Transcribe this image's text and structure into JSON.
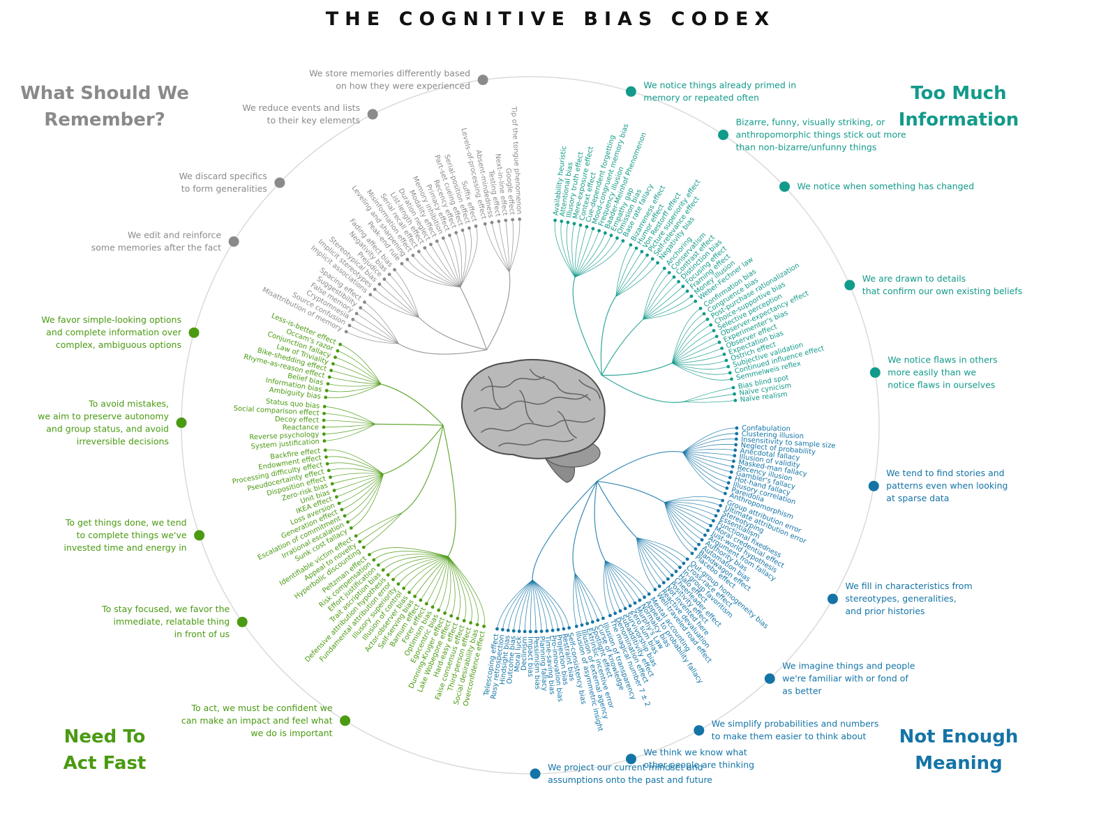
{
  "title": "THE COGNITIVE BIAS CODEX",
  "colors": {
    "remember": "#8a8a8a",
    "too_much": "#129a8a",
    "not_enough": "#1474a6",
    "act_fast": "#4a9a12",
    "ring": "#dadada"
  },
  "quadrants": {
    "remember": [
      "What Should We",
      "Remember?"
    ],
    "too_much": [
      "Too Much",
      "Information"
    ],
    "not_enough": [
      "Not Enough",
      "Meaning"
    ],
    "act_fast": [
      "Need To",
      "Act Fast"
    ]
  },
  "groups": [
    {
      "quadrant": "too_much",
      "label": [
        "We notice things already primed in",
        "memory or repeated often"
      ],
      "items": [
        "Availability heuristic",
        "Attentional bias",
        "Illusory truth effect",
        "Mere-exposure effect",
        "Context effect",
        "Cue-dependent forgetting",
        "Mood-congruent memory bias",
        "Frequency illusion",
        "Baader-Meinhof Phenomenon",
        "Empathy gap",
        "Omission bias",
        "Base rate fallacy"
      ]
    },
    {
      "quadrant": "too_much",
      "label": [
        "Bizarre, funny, visually striking, or",
        "anthropomorphic things stick out more",
        "than non-bizarre/unfunny things"
      ],
      "items": [
        "Bizarreness effect",
        "Humor effect",
        "Von Restorff effect",
        "Picture superiority effect",
        "Self-relevance effect",
        "Negativity bias"
      ]
    },
    {
      "quadrant": "too_much",
      "label": [
        "We notice when something has changed"
      ],
      "items": [
        "Anchoring",
        "Conservatism",
        "Contrast effect",
        "Distinction bias",
        "Focusing effect",
        "Framing effect",
        "Money illusion",
        "Weber-Fechner law"
      ]
    },
    {
      "quadrant": "too_much",
      "label": [
        "We are drawn to details",
        "that confirm our own existing beliefs"
      ],
      "items": [
        "Confirmation bias",
        "Congruence bias",
        "Post-purchase rationalization",
        "Choice-supportive bias",
        "Selective perception",
        "Observer-expectancy effect",
        "Experimenter's bias",
        "Observer effect",
        "Expectation bias",
        "Ostrich effect",
        "Subjective validation",
        "Continued influence effect",
        "Semmelweis reflex"
      ]
    },
    {
      "quadrant": "too_much",
      "label": [
        "We notice flaws in others",
        "more easily than we",
        "notice flaws in ourselves"
      ],
      "items": [
        "Bias blind spot",
        "Naïve cynicism",
        "Naïve realism"
      ]
    },
    {
      "quadrant": "not_enough",
      "label": [
        "We tend to find stories and",
        "patterns even when looking",
        "at sparse data"
      ],
      "items": [
        "Confabulation",
        "Clustering illusion",
        "Insensitivity to sample size",
        "Neglect of probability",
        "Anecdotal fallacy",
        "Illusion of validity",
        "Masked-man fallacy",
        "Recency illusion",
        "Gambler's fallacy",
        "Hot-hand fallacy",
        "Illusory correlation",
        "Pareidolia",
        "Anthropomorphism"
      ]
    },
    {
      "quadrant": "not_enough",
      "label": [
        "We fill in characteristics from",
        "stereotypes, generalities,",
        "and prior histories"
      ],
      "items": [
        "Group attribution error",
        "Ultimate attribution error",
        "Stereotyping",
        "Essentialism",
        "Functional fixedness",
        "Moral credential effect",
        "Just-world hypothesis",
        "Argument from fallacy",
        "Authority bias",
        "Automation bias",
        "Bandwagon effect",
        "Placebo effect"
      ]
    },
    {
      "quadrant": "not_enough",
      "label": [
        "We imagine things and people",
        "we're familiar with or fond of",
        "as better"
      ],
      "items": [
        "Out-group homogeneity bias",
        "Cross-race effect",
        "In-group favoritism",
        "Halo effect",
        "Cheerleader effect",
        "Positivity effect",
        "Not invented here",
        "Reactive devaluation",
        "Well-traveled road effect"
      ]
    },
    {
      "quadrant": "not_enough",
      "label": [
        "We simplify probabilities and numbers",
        "to make them easier to think about"
      ],
      "items": [
        "Mental accounting",
        "Appeal to probability fallacy",
        "Normalcy bias",
        "Murphy's Law",
        "Zero sum bias",
        "Survivorship bias",
        "Subadditivity effect",
        "Denomination effect",
        "The magical number 7 ± 2"
      ]
    },
    {
      "quadrant": "not_enough",
      "label": [
        "We think we know what",
        "other people are thinking"
      ],
      "items": [
        "Illusion of transparency",
        "Curse of knowledge",
        "Spotlight effect",
        "Extrinsic incentive error",
        "Illusion of external agency",
        "Illusion of asymmetric insight"
      ]
    },
    {
      "quadrant": "not_enough",
      "label": [
        "We project our current mindset and",
        "assumptions onto the past and future"
      ],
      "items": [
        "Self-consistency bias",
        "Restraint bias",
        "Projection bias",
        "Pro-innovation bias",
        "Time-saving bias",
        "Planning fallacy",
        "Pessimism bias",
        "Impact bias",
        "Declinism",
        "Moral luck",
        "Outcome bias",
        "Hindsight bias",
        "Rosy retrospection",
        "Telescoping effect"
      ]
    },
    {
      "quadrant": "act_fast",
      "label": [
        "To act, we must be confident we",
        "can make an impact and feel what",
        "we do is important"
      ],
      "items": [
        "Overconfidence effect",
        "Social desirability bias",
        "Third-person effect",
        "False consensus effect",
        "Hard-easy effect",
        "Lake Wobegone effect",
        "Dunning-Kruger effect",
        "Egocentric bias",
        "Optimism bias",
        "Forer effect",
        "Barnum effect",
        "Self-serving bias",
        "Actor-observer bias",
        "Illusion of control",
        "Illusory superiority",
        "Fundamental attribution error",
        "Defensive attribution hypothesis",
        "Trait ascription bias",
        "Effort justification",
        "Risk compensation",
        "Peltzman effect"
      ]
    },
    {
      "quadrant": "act_fast",
      "label": [
        "To stay focused, we favor the",
        "immediate, relatable thing",
        "in front of us"
      ],
      "items": [
        "Hyperbolic discounting",
        "Appeal to novelty",
        "Identifiable victim effect"
      ]
    },
    {
      "quadrant": "act_fast",
      "label": [
        "To get things done, we tend",
        "to complete things we've",
        "invested time and energy in"
      ],
      "items": [
        "Sunk cost fallacy",
        "Irrational escalation",
        "Escalation of commitment",
        "Generation effect",
        "Loss aversion",
        "IKEA effect",
        "Unit bias",
        "Zero-risk bias",
        "Disposition effect",
        "Pseudocertainty effect",
        "Processing difficulty effect",
        "Endowment effect",
        "Backfire effect"
      ]
    },
    {
      "quadrant": "act_fast",
      "label": [
        "To avoid mistakes,",
        "we aim to preserve autonomy",
        "and group status, and avoid",
        "irreversible decisions"
      ],
      "items": [
        "System justification",
        "Reverse psychology",
        "Reactance",
        "Decoy effect",
        "Social comparison effect",
        "Status quo bias"
      ]
    },
    {
      "quadrant": "act_fast",
      "label": [
        "We favor simple-looking options",
        "and complete information over",
        "complex, ambiguous options"
      ],
      "items": [
        "Ambiguity bias",
        "Information bias",
        "Belief bias",
        "Rhyme-as-reason effect",
        "Bike-shedding effect",
        "Law of Triviality",
        "Conjunction fallacy",
        "Occam's razor",
        "Less-is-better effect"
      ]
    },
    {
      "quadrant": "remember",
      "label": [
        "We edit and reinforce",
        "some memories after the fact"
      ],
      "items": [
        "Misattribution of memory",
        "Source confusion",
        "Cryptomnesia",
        "False memory",
        "Suggestibility",
        "Spacing effect"
      ]
    },
    {
      "quadrant": "remember",
      "label": [
        "We discard specifics",
        "to form generalities"
      ],
      "items": [
        "Implicit associations",
        "Implicit stereotypes",
        "Stereotypical bias",
        "Prejudice",
        "Negativity bias",
        "Fading affect bias"
      ]
    },
    {
      "quadrant": "remember",
      "label": [
        "We reduce events and lists",
        "to their key elements"
      ],
      "items": [
        "Peak-end rule",
        "Leveling and sharpening",
        "Misinformation effect",
        "Serial recall effect",
        "List-length effect",
        "Duration neglect",
        "Modality effect",
        "Memory inhibition",
        "Primacy effect",
        "Recency effect",
        "Part-set cueing effect",
        "Serial-position effect",
        "Suffix effect"
      ]
    },
    {
      "quadrant": "remember",
      "label": [
        "We store memories differently based",
        "on how they were experienced"
      ],
      "items": [
        "Levels-of-processing effect",
        "Absent-mindedness",
        "Testing effect",
        "Next-in-line effect",
        "Google effect",
        "Tip of the tongue phenomenon"
      ]
    }
  ]
}
